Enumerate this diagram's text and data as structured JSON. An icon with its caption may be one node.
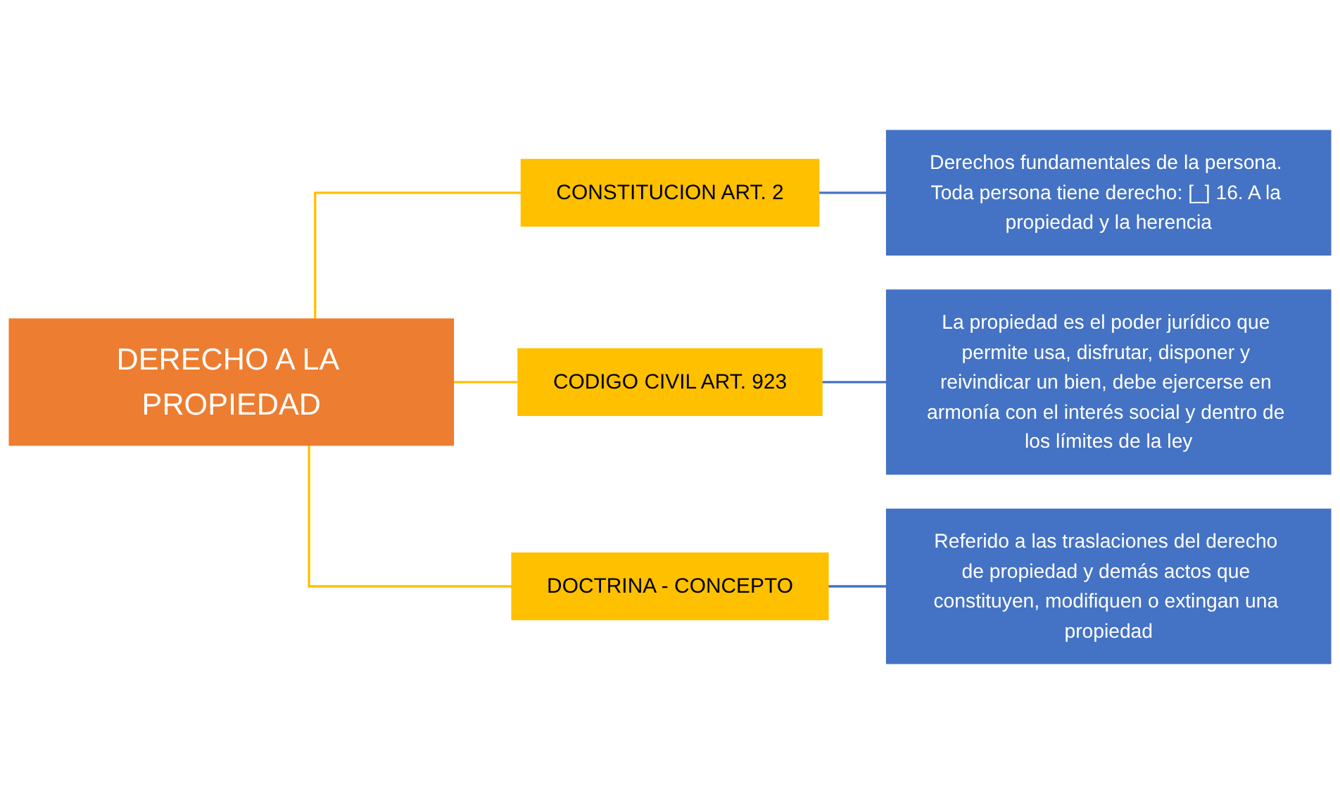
{
  "diagram": {
    "nodes": [
      {
        "text": [
          "DERECHO A LA PROPIEDAD"
        ]
      },
      {
        "text": [
          "CONSTITUCION ART. 2"
        ]
      },
      {
        "text": [
          "CODIGO CIVIL ART. 923"
        ]
      },
      {
        "text": [
          "DOCTRINA - CONCEPTO"
        ]
      },
      {
        "text": [
          "Derechos fundamentales de la persona. Toda persona tiene derecho: [_] 16. A la propiedad y la herencia"
        ]
      },
      {
        "text": [
          "La propiedad es el poder jurídico que permite usa, disfrutar, disponer y reivindicar un bien, debe ejercerse en armonía con el interés social y dentro de los límites de la ley"
        ]
      },
      {
        "text": [
          "Referido a las traslaciones del derecho de propiedad y demás actos que constituyen, modifiquen o extingan una propiedad"
        ]
      }
    ],
    "edges": [
      {
        "from": 0,
        "to": 1,
        "arrow": "none",
        "color": "#ffc000"
      },
      {
        "from": 0,
        "to": 2,
        "arrow": "none",
        "color": "#ffc000"
      },
      {
        "from": 0,
        "to": 3,
        "arrow": "none",
        "color": "#ffc000"
      },
      {
        "from": 1,
        "to": 4,
        "arrow": "none",
        "color": "#4472c4"
      },
      {
        "from": 2,
        "to": 5,
        "arrow": "none",
        "color": "#4472c4"
      },
      {
        "from": 3,
        "to": 6,
        "arrow": "none",
        "color": "#4472c4"
      }
    ]
  }
}
